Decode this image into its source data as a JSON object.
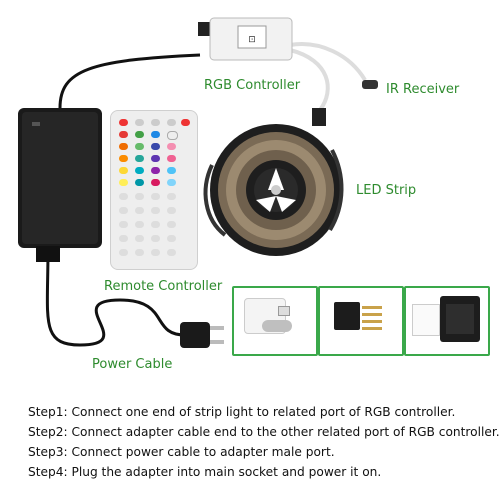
{
  "labels": {
    "rgb_controller": "RGB Controller",
    "ir_receiver": "IR Receiver",
    "led_strip": "LED Strip",
    "remote_controller": "Remote Controller",
    "power_cable": "Power Cable"
  },
  "steps": [
    "Step1: Connect one end of strip light to related port of RGB controller.",
    "Step2: Connect adapter cable end to the other related port of RGB controller.",
    "Step3: Connect power cable to adapter male port.",
    "Step4: Plug the adapter into main socket and power it on."
  ],
  "colors": {
    "label_green": "#2e8b2e",
    "inset_border": "#3aa84a",
    "adapter_black": "#1a1a1a",
    "controller_white": "#f2f2f2"
  },
  "icons": [
    "power-adapter-icon",
    "rgb-controller-icon",
    "ir-receiver-icon",
    "led-strip-reel-icon",
    "remote-control-icon",
    "power-plug-icon"
  ]
}
